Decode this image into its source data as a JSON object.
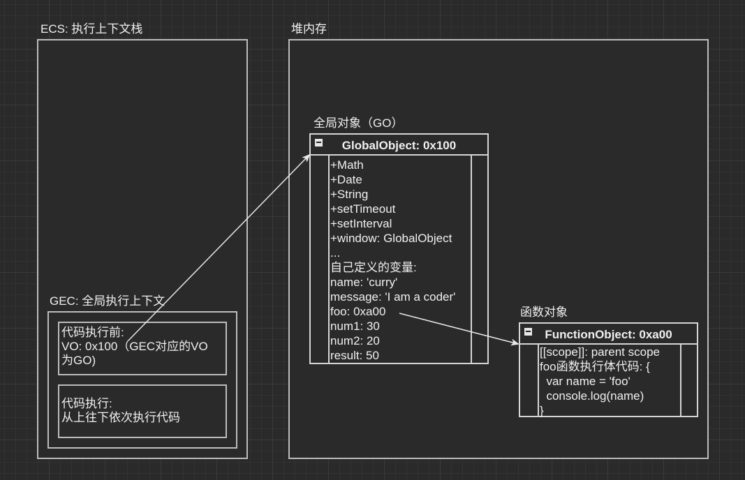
{
  "ecs": {
    "label": "ECS: 执行上下文栈"
  },
  "heap": {
    "label": "堆内存"
  },
  "gec": {
    "label": "GEC: 全局执行上下文",
    "before": {
      "lines": [
        "代码执行前:",
        "VO: 0x100（GEC对应的VO",
        "为GO)"
      ]
    },
    "exec": {
      "lines": [
        "代码执行:",
        "从上往下依次执行代码"
      ]
    }
  },
  "go": {
    "label": "全局对象（GO）",
    "title": "GlobalObject: 0x100",
    "rows": [
      "+Math",
      "+Date",
      "+String",
      "+setTimeout",
      "+setInterval",
      "+window: GlobalObject",
      "...",
      "自己定义的变量:",
      "name: 'curry'",
      "message: 'I am a coder'",
      "foo: 0xa00",
      "num1: 30",
      "num2: 20",
      "result: 50"
    ]
  },
  "fo": {
    "label": "函数对象",
    "title": "FunctionObject: 0xa00",
    "rows": [
      "[[scope]]: parent scope",
      "foo函数执行体代码: {",
      "  var name = 'foo'",
      "  console.log(name)",
      "}"
    ]
  },
  "colors": {
    "background": "#2a2a2a",
    "grid": "#3a3a3a",
    "stroke": "#bdbdbd",
    "text": "#f0f0f0"
  },
  "icons": {
    "collapse": "minus-square-icon"
  }
}
